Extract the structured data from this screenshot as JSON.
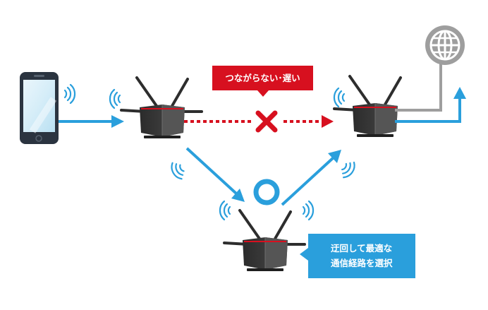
{
  "labels": {
    "connection_failed": "つながらない･遅い",
    "best_route_line1": "迂回して最適な",
    "best_route_line2": "通信経路を選択"
  },
  "icons": {
    "smartphone": "smartphone-icon",
    "router": "wifi-router-icon",
    "globe": "internet-globe-icon",
    "cross": "cross-mark-icon",
    "circle": "ok-circle-icon",
    "waves": "wifi-signal-icon"
  },
  "colors": {
    "blue_path": "#2a9fdc",
    "failure_red": "#d7101f",
    "route_box": "#2a9fdc",
    "internet_line": "#9e9e9e",
    "globe": "#9e9e9e",
    "router_body": "#3c3c3c",
    "phone_body": "#2b3440"
  }
}
